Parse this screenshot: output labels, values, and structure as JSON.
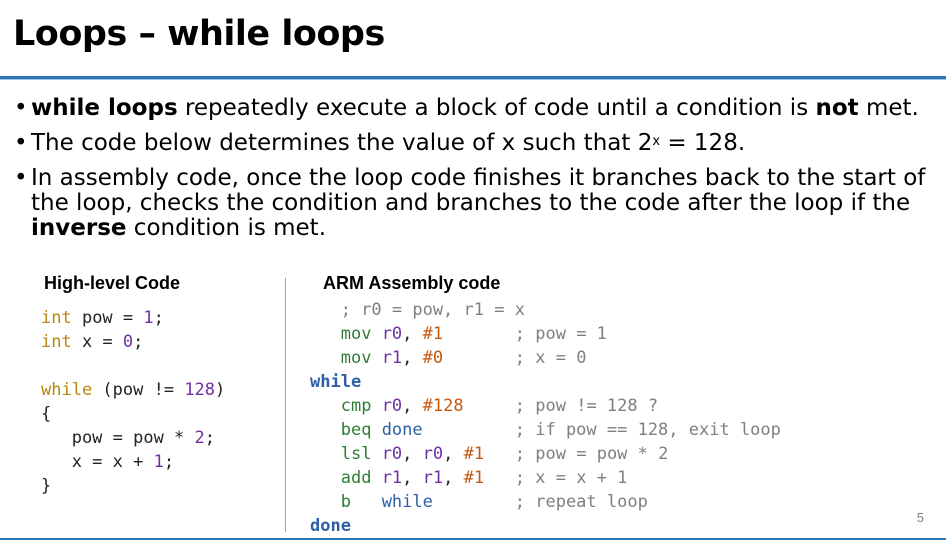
{
  "title": "Loops – while loops",
  "bullets": [
    {
      "bold": "while loops",
      "text": " repeatedly execute a block of code until a condition is ",
      "bold2": "not",
      "tail": " met."
    },
    {
      "text": "The code below determines the value of x such that 2",
      "sup": "x",
      "tail": " = 128."
    },
    {
      "text1": "In assembly code, once the loop code finishes it branches back to the start of the loop, checks the condition and branches to the code after the loop if the ",
      "bold": "inverse",
      "tail": " condition is met."
    }
  ],
  "high_level": {
    "heading": "High-level Code",
    "kw_int": "int",
    "kw_while": "while",
    "line1_var": " pow = ",
    "line1_num": "1",
    "line2_var": " x = ",
    "line2_num": "0",
    "while_cond": " (pow != ",
    "while_num": "128",
    "while_close": ")",
    "brace_open": "{",
    "body1": "   pow = pow * ",
    "body1_num": "2",
    "body2": "   x = x + ",
    "body2_num": "1",
    "brace_close": "}"
  },
  "assembly": {
    "heading": "ARM Assembly code",
    "comment0": "   ; r0 = pow, r1 = x",
    "label_while": "while",
    "label_done": "done",
    "rows": [
      {
        "mn": "mov",
        "a": "r0",
        "b": "#1",
        "c": "",
        "cmt": "; pow = 1"
      },
      {
        "mn": "mov",
        "a": "r1",
        "b": "#0",
        "c": "",
        "cmt": "; x = 0"
      },
      {
        "mn": "cmp",
        "a": "r0",
        "b": "#128",
        "c": "",
        "cmt": "; pow != 128 ?"
      },
      {
        "mn": "beq",
        "a": "done",
        "b": "",
        "c": "",
        "cmt": "; if pow == 128, exit loop"
      },
      {
        "mn": "lsl",
        "a": "r0",
        "b": "r0",
        "c": "#1",
        "cmt": "; pow = pow * 2"
      },
      {
        "mn": "add",
        "a": "r1",
        "b": "r1",
        "c": "#1",
        "cmt": "; x = x + 1"
      },
      {
        "mn": "b",
        "a": "while",
        "b": "",
        "c": "",
        "cmt": "; repeat loop"
      }
    ]
  },
  "page_number": "5",
  "colors": {
    "accent": "#2e75b6"
  }
}
